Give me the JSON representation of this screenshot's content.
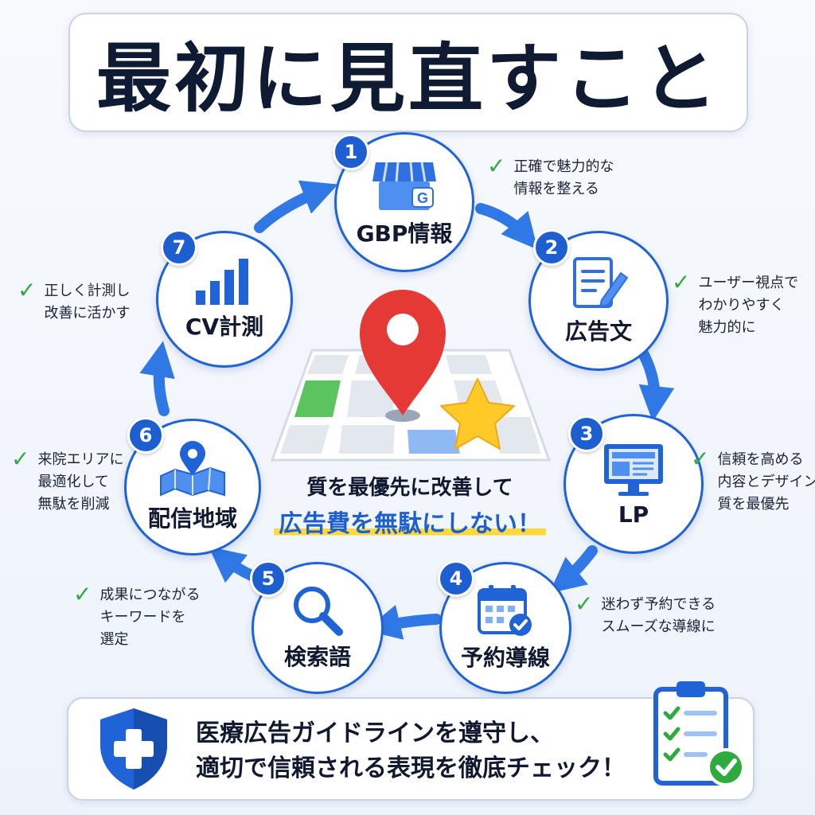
{
  "title": "最初に見直すこと",
  "nodes": [
    {
      "number": "1",
      "label": "GBP情報",
      "icon": "storefront-icon",
      "note": [
        "正確で魅力的な",
        "情報を整える"
      ]
    },
    {
      "number": "2",
      "label": "広告文",
      "icon": "document-pencil-icon",
      "note": [
        "ユーザー視点で",
        "わかりやすく",
        "魅力的に"
      ]
    },
    {
      "number": "3",
      "label": "LP",
      "icon": "monitor-icon",
      "note": [
        "信頼を高める",
        "内容とデザインで",
        "質を最優先"
      ]
    },
    {
      "number": "4",
      "label": "予約導線",
      "icon": "calendar-check-icon",
      "note": [
        "迷わず予約できる",
        "スムーズな導線に"
      ]
    },
    {
      "number": "5",
      "label": "検索語",
      "icon": "magnifier-icon",
      "note": [
        "成果につながる",
        "キーワードを",
        "選定"
      ]
    },
    {
      "number": "6",
      "label": "配信地域",
      "icon": "map-pin-icon",
      "note": [
        "来院エリアに",
        "最適化して",
        "無駄を削減"
      ]
    },
    {
      "number": "7",
      "label": "CV計測",
      "icon": "bar-chart-icon",
      "note": [
        "正しく計測し",
        "改善に活かす"
      ]
    }
  ],
  "center": {
    "line1": "質を最優先に改善して",
    "line2": "広告費を無駄にしない！",
    "icons": [
      "map-icon",
      "location-pin-icon",
      "star-icon"
    ]
  },
  "footer": {
    "line1": "医療広告ガイドラインを遵守し、",
    "line2": "適切で信頼される表現を徹底チェック！",
    "icons": [
      "shield-cross-icon",
      "clipboard-checklist-icon"
    ]
  },
  "colors": {
    "accent": "#1d5fd0",
    "check": "#2eaa3f",
    "pin": "#e53935",
    "star": "#ffc928",
    "highlight": "#ffd93a"
  }
}
